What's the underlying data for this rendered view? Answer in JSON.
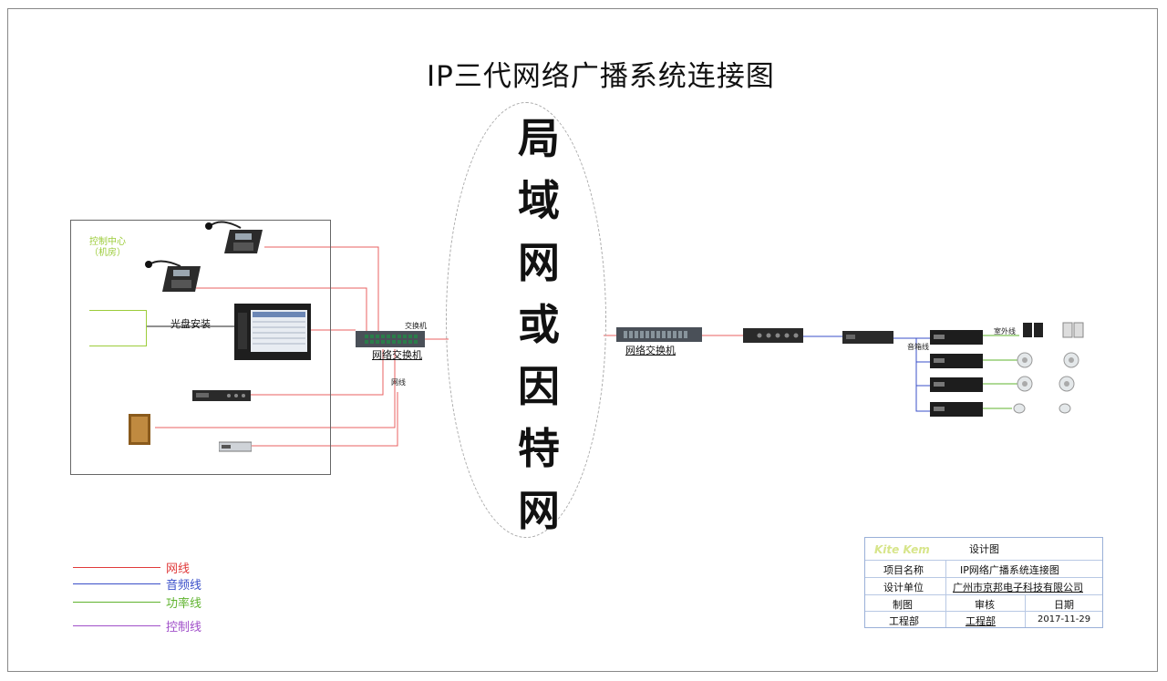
{
  "title": "IP三代网络广播系统连接图",
  "cloud": {
    "chars": [
      "局",
      "域",
      "网",
      "或",
      "因",
      "特",
      "网"
    ]
  },
  "control_center": {
    "label_line1": "控制中心",
    "label_line2": "（机房）",
    "fiber_label": "光盘安装",
    "switch_top_label": "交换机",
    "switch_label": "网络交换机",
    "network_label": "网线"
  },
  "remote": {
    "switch_label": "网络交换机",
    "speakers_label": "音箱线",
    "outdoor_label": "室外线"
  },
  "legend": [
    {
      "label": "网线",
      "color": "#e03a3a"
    },
    {
      "label": "音频线",
      "color": "#3a4fc9"
    },
    {
      "label": "功率线",
      "color": "#5fb32e"
    },
    {
      "label": "控制线",
      "color": "#a04fc9"
    }
  ],
  "title_block": {
    "logo": "Kite Kem",
    "design_label": "设计图",
    "project_label": "项目名称",
    "project_value": "IP网络广播系统连接图",
    "unit_label": "设计单位",
    "unit_value": "广州市京邦电子科技有限公司",
    "draw_label": "制图",
    "review_label": "审核",
    "date_label": "日期",
    "draw_value": "工程部",
    "review_value": "工程部",
    "date_value": "2017-11-29"
  }
}
